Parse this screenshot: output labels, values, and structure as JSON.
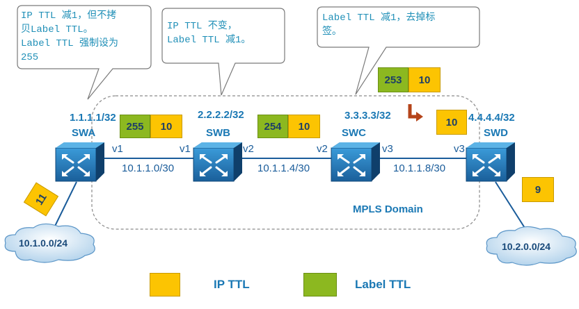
{
  "callouts": {
    "swa_note": "IP TTL 减1，但不拷\n贝Label TTL。\nLabel TTL 强制设为\n255",
    "swb_note": "IP TTL 不变，\nLabel TTL 减1。",
    "swc_note": "Label TTL 减1，去掉标\n签。"
  },
  "routers": {
    "swa": {
      "address": "1.1.1.1/32",
      "name": "SWA"
    },
    "swb": {
      "address": "2.2.2.2/32",
      "name": "SWB"
    },
    "swc": {
      "address": "3.3.3.3/32",
      "name": "SWC"
    },
    "swd": {
      "address": "4.4.4.4/32",
      "name": "SWD"
    }
  },
  "links": {
    "ab": "10.1.1.0/30",
    "bc": "10.1.1.4/30",
    "cd": "10.1.1.8/30"
  },
  "interfaces": {
    "swa_v1": "v1",
    "swb_v1": "v1",
    "swb_v2": "v2",
    "swc_v2": "v2",
    "swc_v3": "v3",
    "swd_v3": "v3"
  },
  "ttl_values": {
    "ingress_label": "11",
    "ab_label": "255",
    "ab_ip": "10",
    "bc_label": "254",
    "bc_ip": "10",
    "pop_label": "253",
    "pop_ip": "10",
    "cd_ip": "10",
    "egress_ip": "9"
  },
  "networks": {
    "left": "10.1.0.0/24",
    "right": "10.2.0.0/24"
  },
  "domain_label": "MPLS Domain",
  "legend": {
    "ip_ttl": "IP TTL",
    "label_ttl": "Label TTL"
  },
  "colors": {
    "ip_ttl": "#fcc402",
    "label_ttl": "#8cb820",
    "router": "#1b6fa8",
    "text": "#1a78b4",
    "pop_arrow": "#b5441a"
  }
}
